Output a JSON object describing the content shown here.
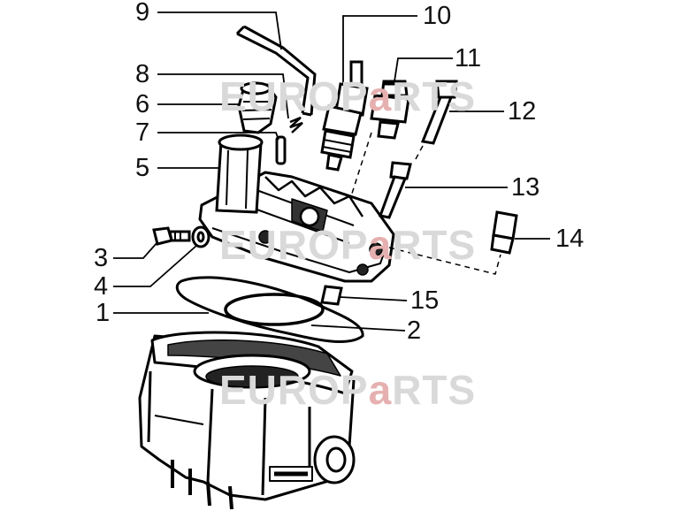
{
  "diagram": {
    "callouts": [
      "1",
      "2",
      "3",
      "4",
      "5",
      "6",
      "7",
      "8",
      "9",
      "10",
      "11",
      "12",
      "13",
      "14",
      "15"
    ]
  },
  "watermark": {
    "parts": {
      "a": "EURO",
      "b": "P",
      "c": "a",
      "d": "RTS"
    },
    "text_color": "#d9d9d9",
    "accent_color": "#e6b0b0"
  }
}
